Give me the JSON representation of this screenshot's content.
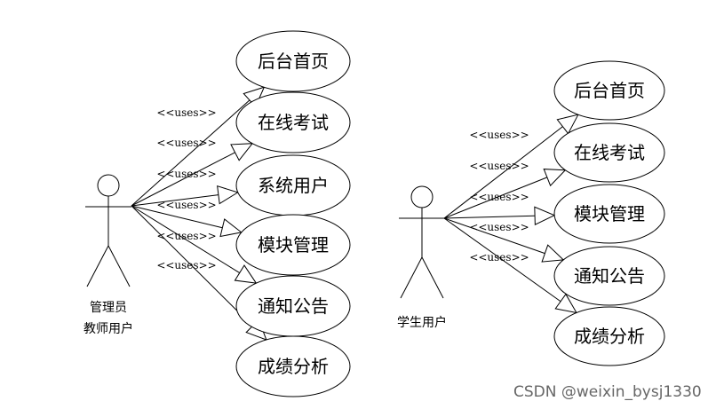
{
  "watermark": "CSDN @weixin_bysj1330",
  "uses_text": "<<uses>>",
  "actors": [
    {
      "name": "admin",
      "label_lines": [
        "管理员",
        "教师用户"
      ],
      "use_cases": [
        "后台首页",
        "在线考试",
        "系统用户",
        "模块管理",
        "通知公告",
        "成绩分析"
      ]
    },
    {
      "name": "student",
      "label_lines": [
        "学生用户"
      ],
      "use_cases": [
        "后台首页",
        "在线考试",
        "模块管理",
        "通知公告",
        "成绩分析"
      ]
    }
  ]
}
